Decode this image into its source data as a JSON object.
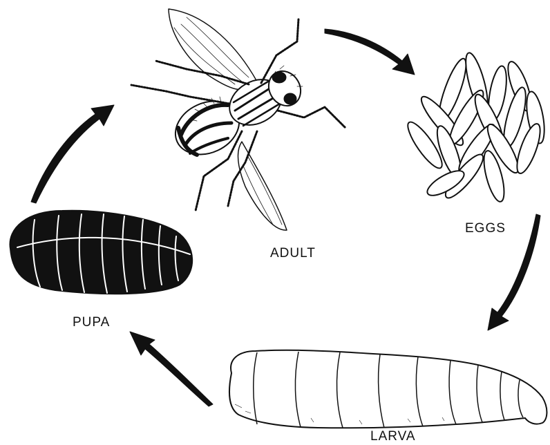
{
  "stages": {
    "adult": "ADULT",
    "eggs": "EGGS",
    "larva": "LARVA",
    "pupa": "PUPA"
  },
  "colors": {
    "ink": "#111111",
    "paper": "#ffffff"
  }
}
